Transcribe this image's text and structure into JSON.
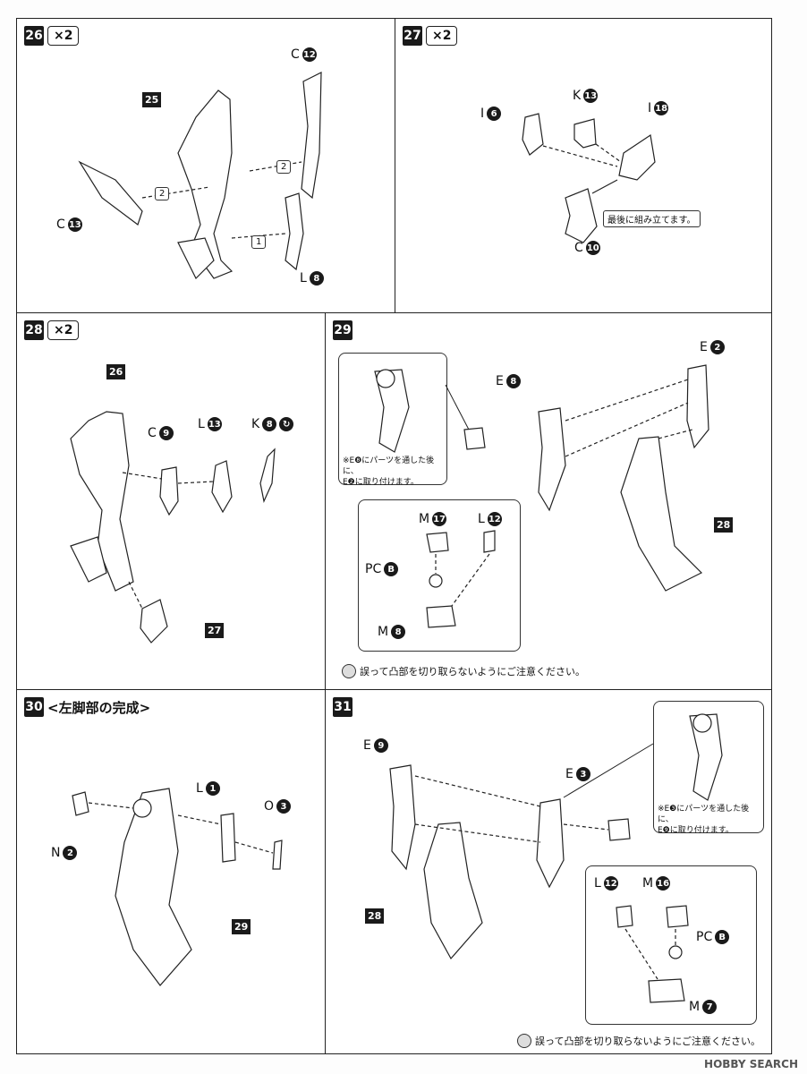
{
  "panels": {
    "p26": {
      "num": "26",
      "mult": "×2",
      "labels": {
        "c12": {
          "letter": "C",
          "n": "12"
        },
        "p25": "25",
        "c13": {
          "letter": "C",
          "n": "13"
        },
        "l8": {
          "letter": "L",
          "n": "8"
        }
      },
      "steps": [
        "2",
        "2",
        "1"
      ]
    },
    "p27": {
      "num": "27",
      "mult": "×2",
      "labels": {
        "i6": {
          "letter": "I",
          "n": "6"
        },
        "k13": {
          "letter": "K",
          "n": "13"
        },
        "i18": {
          "letter": "I",
          "n": "18"
        },
        "c10": {
          "letter": "C",
          "n": "10"
        }
      },
      "note": "最後に組み立てます。"
    },
    "p28": {
      "num": "28",
      "mult": "×2",
      "labels": {
        "p26": "26",
        "c9": {
          "letter": "C",
          "n": "9"
        },
        "l13": {
          "letter": "L",
          "n": "13"
        },
        "k8": {
          "letter": "K",
          "n": "8"
        },
        "p27": "27"
      }
    },
    "p29": {
      "num": "29",
      "labels": {
        "e8": {
          "letter": "E",
          "n": "8"
        },
        "e2": {
          "letter": "E",
          "n": "2"
        },
        "p28": "28",
        "m17": {
          "letter": "M",
          "n": "17"
        },
        "l12": {
          "letter": "L",
          "n": "12"
        },
        "pcb": {
          "letter": "PC",
          "n": "B"
        },
        "m8": {
          "letter": "M",
          "n": "8"
        }
      },
      "note_line1": "※E❽にパーツを通した後に、",
      "note_line2": "E❷に取り付けます。",
      "caution": "誤って凸部を切り取らないようにご注意ください。"
    },
    "p30": {
      "num": "30",
      "title": "<左脚部の完成>",
      "labels": {
        "n2": {
          "letter": "N",
          "n": "2"
        },
        "l1": {
          "letter": "L",
          "n": "1"
        },
        "o3": {
          "letter": "O",
          "n": "3"
        },
        "p29": "29"
      }
    },
    "p31": {
      "num": "31",
      "labels": {
        "e9": {
          "letter": "E",
          "n": "9"
        },
        "e3": {
          "letter": "E",
          "n": "3"
        },
        "p28": "28",
        "l12": {
          "letter": "L",
          "n": "12"
        },
        "m16": {
          "letter": "M",
          "n": "16"
        },
        "pcb": {
          "letter": "PC",
          "n": "B"
        },
        "m7": {
          "letter": "M",
          "n": "7"
        }
      },
      "note_line1": "※E❸にパーツを通した後に、",
      "note_line2": "E❾に取り付けます。",
      "caution": "誤って凸部を切り取らないようにご注意ください。"
    }
  },
  "watermark": "HOBBY SEARCH"
}
